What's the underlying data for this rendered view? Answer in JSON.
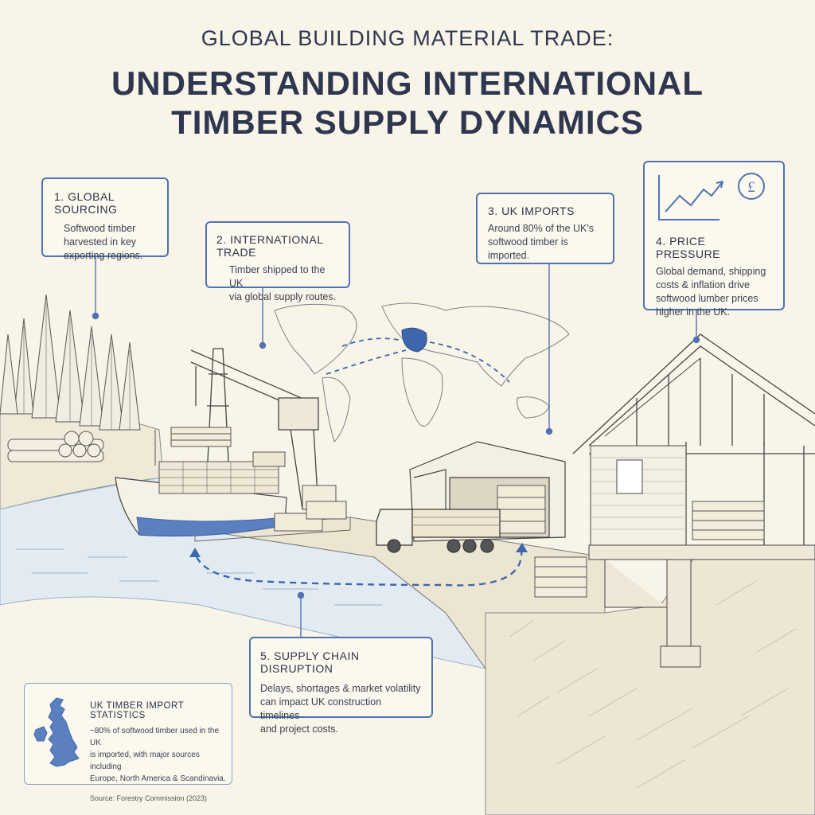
{
  "header": {
    "subtitle": "GLOBAL BUILDING MATERIAL TRADE:",
    "title_line1": "UNDERSTANDING INTERNATIONAL",
    "title_line2": "TIMBER SUPPLY DYNAMICS"
  },
  "steps": [
    {
      "title": "1. GLOBAL SOURCING",
      "text": [
        "Softwood timber",
        "harvested in key",
        "exporting regions."
      ]
    },
    {
      "title": "2. INTERNATIONAL TRADE",
      "text": [
        "Timber shipped to the UK",
        "via global supply routes."
      ]
    },
    {
      "title": "3. UK IMPORTS",
      "text": [
        "Around 80% of the UK's",
        "softwood timber is imported."
      ]
    },
    {
      "title": "4. PRICE PRESSURE",
      "text": [
        "Global demand, shipping",
        "costs & inflation drive",
        "softwood lumber prices",
        "higher in the UK."
      ]
    },
    {
      "title": "5. SUPPLY CHAIN DISRUPTION",
      "text": [
        "Delays, shortages & market volatility",
        "can impact UK construction timelines",
        "and project costs."
      ]
    }
  ],
  "stats_panel": {
    "title": "UK TIMBER IMPORT STATISTICS",
    "text": [
      "~80% of softwood timber used in the UK",
      "is imported, with major sources including",
      "Europe, North America & Scandinavia."
    ],
    "source": "Source: Forestry Commission (2023)"
  },
  "icons": {
    "price_chart": "rising-line-chart-icon",
    "currency": "pound-sign-icon",
    "currency_symbol": "£",
    "uk_map": "uk-map-icon"
  },
  "colors": {
    "accent": "#4f72b3",
    "ink": "#2d3447",
    "background": "#f8f4e8",
    "route": "#3e66ad"
  }
}
